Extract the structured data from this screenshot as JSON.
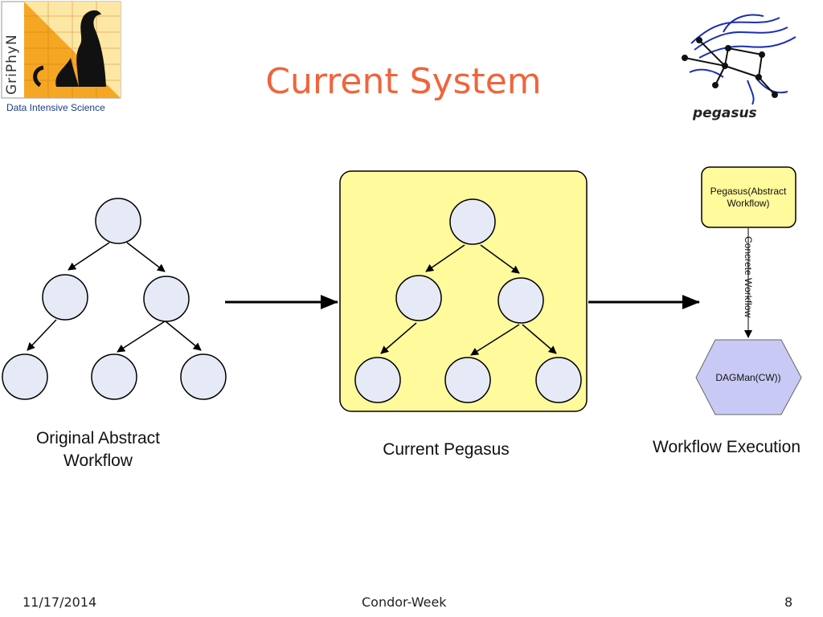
{
  "title": "Current System",
  "logos": {
    "griphyn": {
      "brand": "GriPhyN",
      "tagline": "Data Intensive Science"
    },
    "pegasus": {
      "brand": "pegasus"
    }
  },
  "diagram": {
    "captions": {
      "original": [
        "Original Abstract",
        "Workflow"
      ],
      "pegasus": "Current Pegasus",
      "execution": "Workflow Execution"
    },
    "pegasus_box": {
      "lines": [
        "Pegasus(Abstract",
        "Workflow)"
      ]
    },
    "edge_label": "Concrete Workflow",
    "dagman": "DAGMan(CW))"
  },
  "footer": {
    "date": "11/17/2014",
    "event": "Condor-Week",
    "page": "8"
  },
  "colors": {
    "title": "#f0643c",
    "node_fill": "#e6eaf6",
    "highlight_fill": "#fffa9c"
  }
}
